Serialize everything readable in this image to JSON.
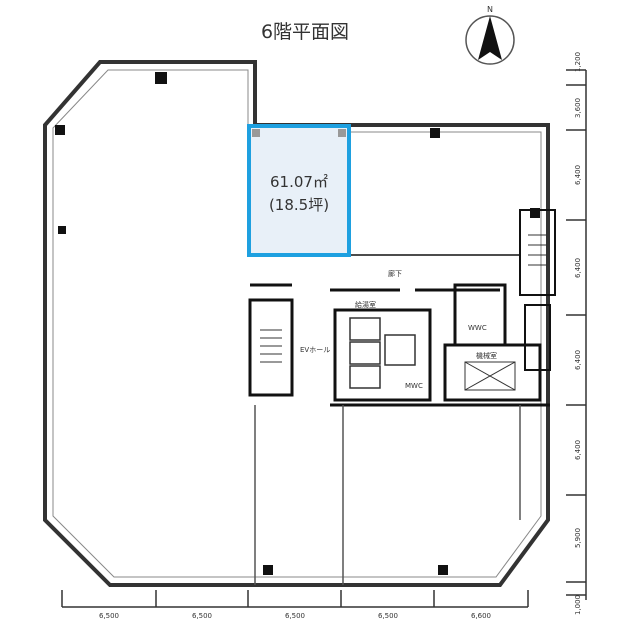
{
  "title": "6階平面図",
  "compass": {
    "label": "N"
  },
  "highlight": {
    "area": "61.07㎡",
    "tsubo": "(18.5坪)",
    "color": "#1ea0e0",
    "fill": "#e8f0f8"
  },
  "rooms": {
    "corridor": "廊下",
    "kitchenette": "給湯室",
    "ev_hall": "EVホール",
    "wwc": "WWC",
    "mwc": "MWC",
    "machine": "機械室"
  },
  "dimensions": {
    "bottom": [
      "6,500",
      "6,500",
      "6,500",
      "6,500",
      "6,600"
    ],
    "right": [
      "1,200",
      "3,600",
      "6,400",
      "6,400",
      "6,400",
      "6,400",
      "5,900",
      "1,000"
    ]
  }
}
